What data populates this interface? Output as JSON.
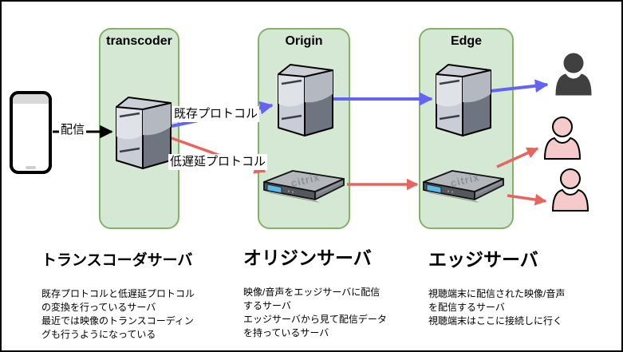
{
  "zones": [
    {
      "title": "transcoder"
    },
    {
      "title": "Origin"
    },
    {
      "title": "Edge"
    }
  ],
  "labels": {
    "publish": "配信",
    "existing_protocol": "既存プロトコル",
    "low_latency_protocol": "低遅延プロトコル"
  },
  "appliance_logo": "citrix",
  "icons": {
    "source_device": "smartphone-icon",
    "server": "tower-server-icon",
    "relay_appliance": "rack-appliance-icon",
    "viewer": "person-icon"
  },
  "colors": {
    "zone_fill": "#d5e8d4",
    "zone_border": "#82b366",
    "existing_protocol_arrow": "#6463f2",
    "low_latency_arrow": "#e8645f",
    "publish_arrow": "#000000",
    "viewer_primary": "#404040",
    "viewer_secondary_fill": "#f4cbca",
    "appliance_screen": "#5ab7e8"
  },
  "descriptions": [
    {
      "title": "トランスコーダサーバ",
      "body": "既存プロトコルと低遅延プロトコル\nの変換を行っているサーバ\n最近では映像のトランスコーディン\nグも行うようになっている"
    },
    {
      "title": "オリジンサーバ",
      "body": "映像/音声をエッジサーバに配信\nするサーバ\nエッジサーバから見て配信データ\nを持っているサーバ"
    },
    {
      "title": "エッジサーバ",
      "body": "視聴端末に配信された映像/音声\nを配信するサーバ\n視聴端末はここに接続しに行く"
    }
  ]
}
